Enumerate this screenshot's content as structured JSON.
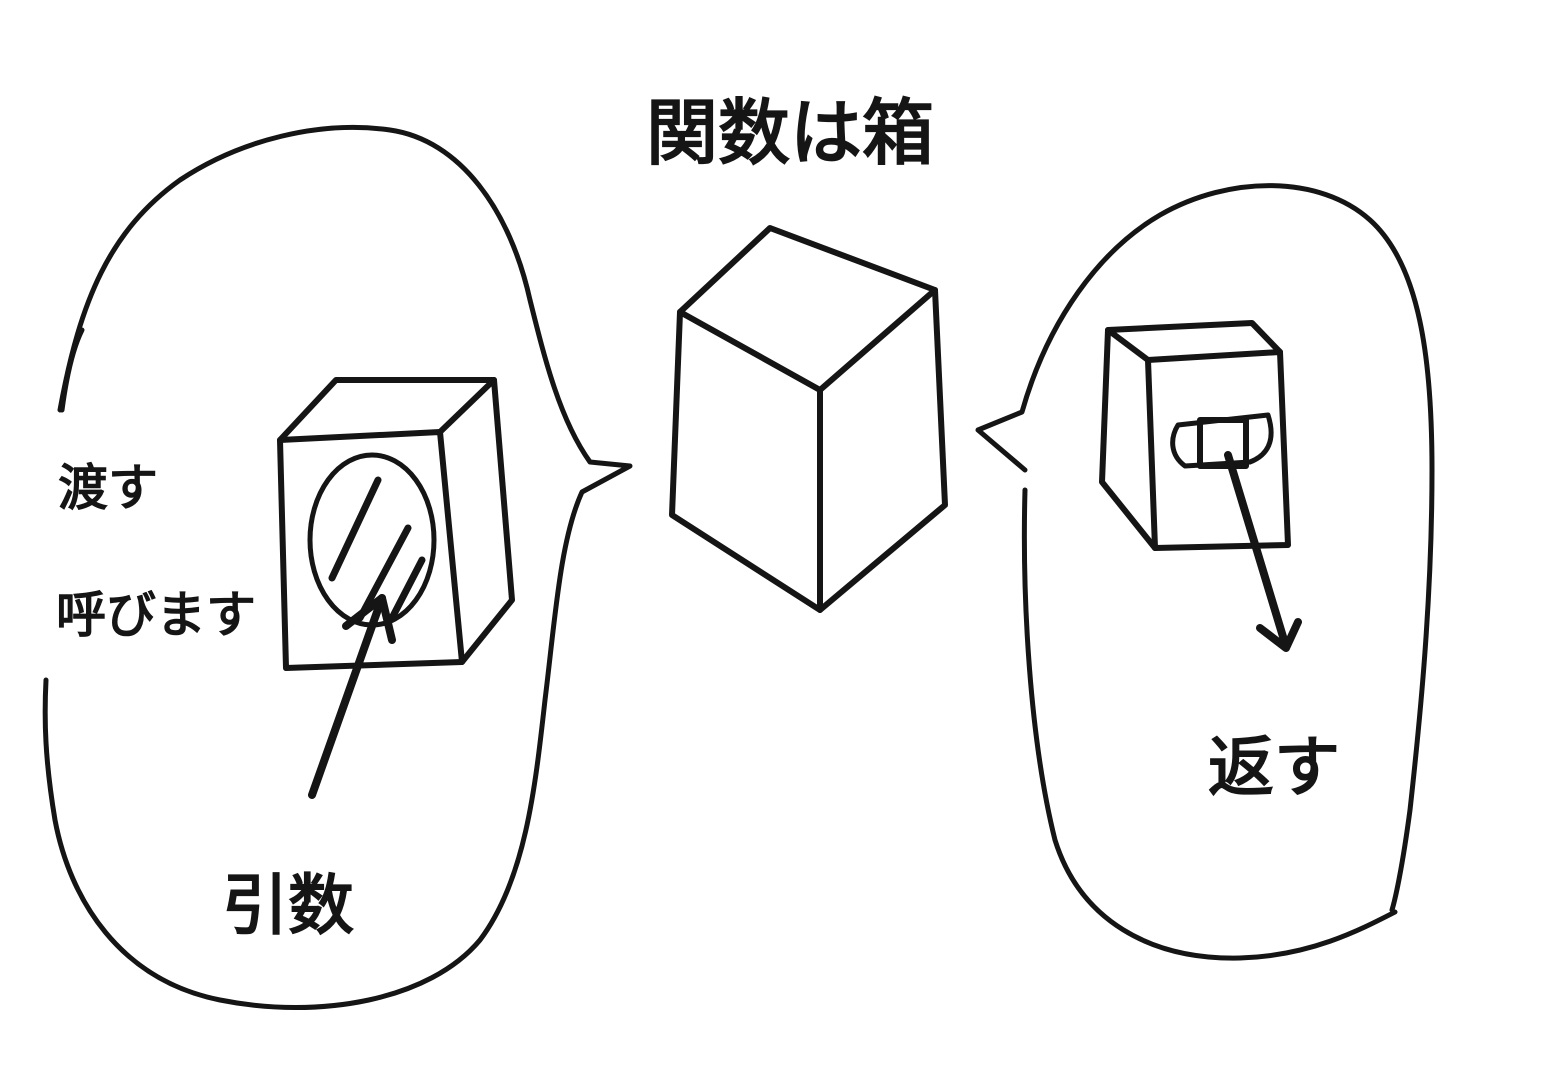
{
  "title": "関数は箱",
  "left_bubble": {
    "label_pass": "渡す",
    "label_call": "呼びます",
    "label_argument": "引数"
  },
  "right_bubble": {
    "label_return": "返す"
  },
  "colors": {
    "ink": "#151515",
    "paper": "#ffffff"
  }
}
